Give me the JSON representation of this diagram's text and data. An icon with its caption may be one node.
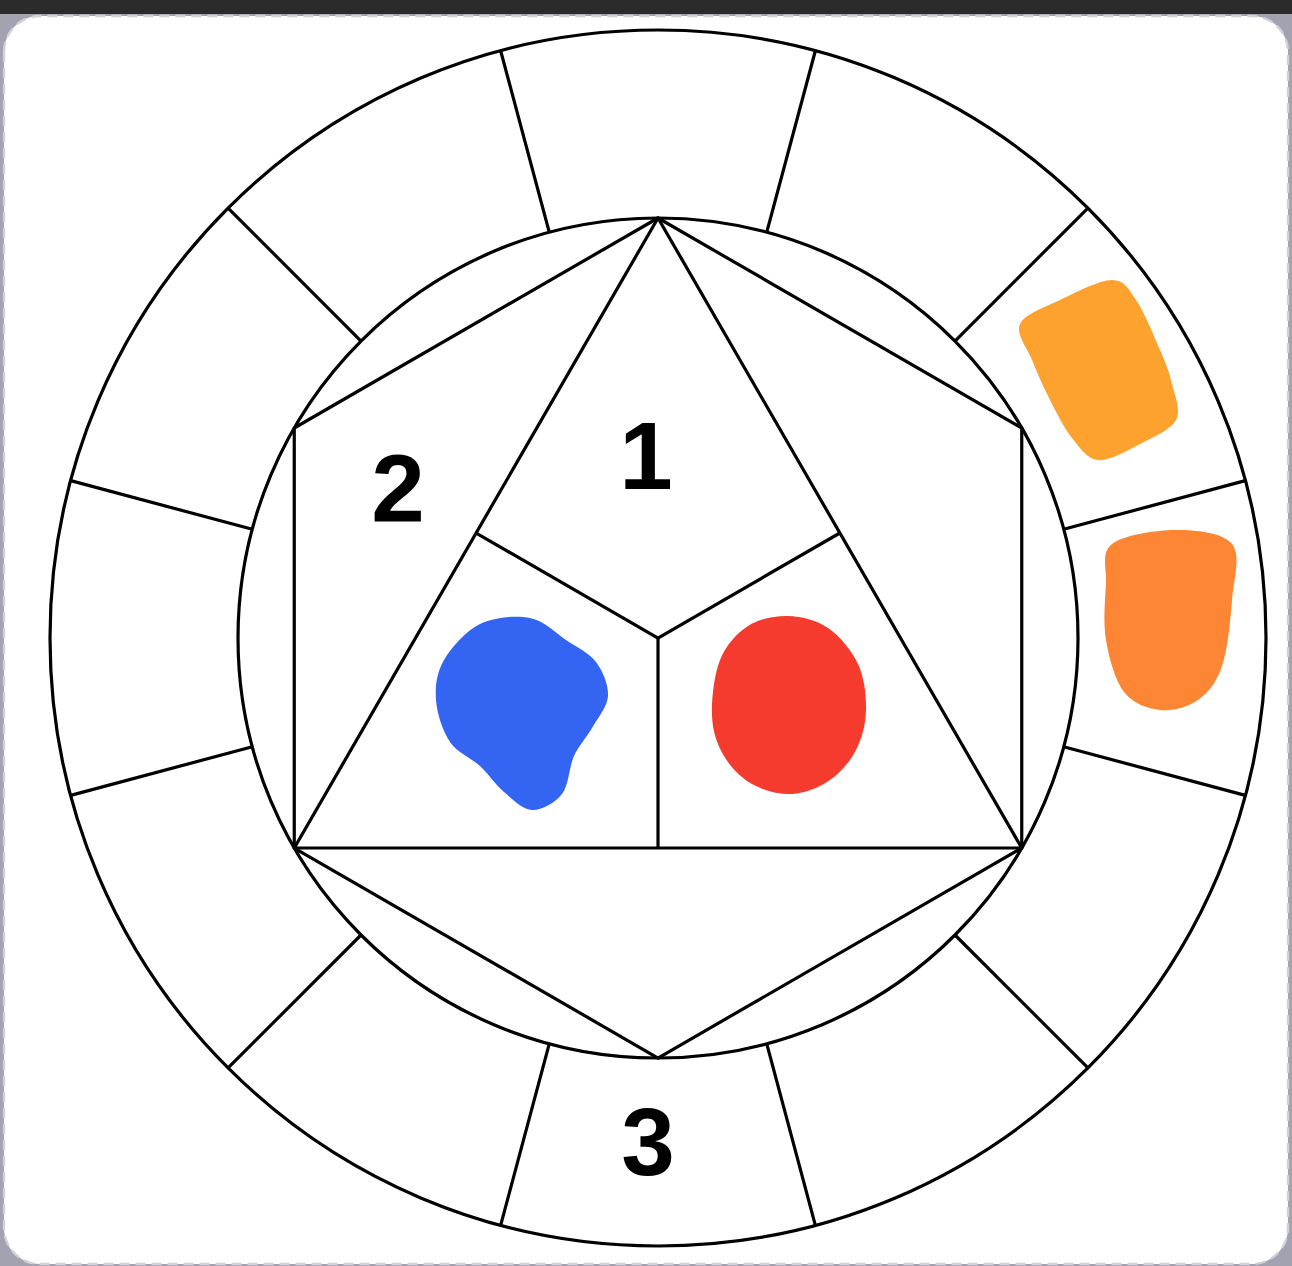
{
  "diagram": {
    "nodes": [
      {
        "text": [],
        "shape": "blob"
      },
      {
        "text": [],
        "shape": "blob"
      },
      {
        "text": [],
        "shape": "blob"
      },
      {
        "text": [],
        "shape": "blob"
      }
    ],
    "labels": [
      "1",
      "2",
      "3"
    ]
  }
}
